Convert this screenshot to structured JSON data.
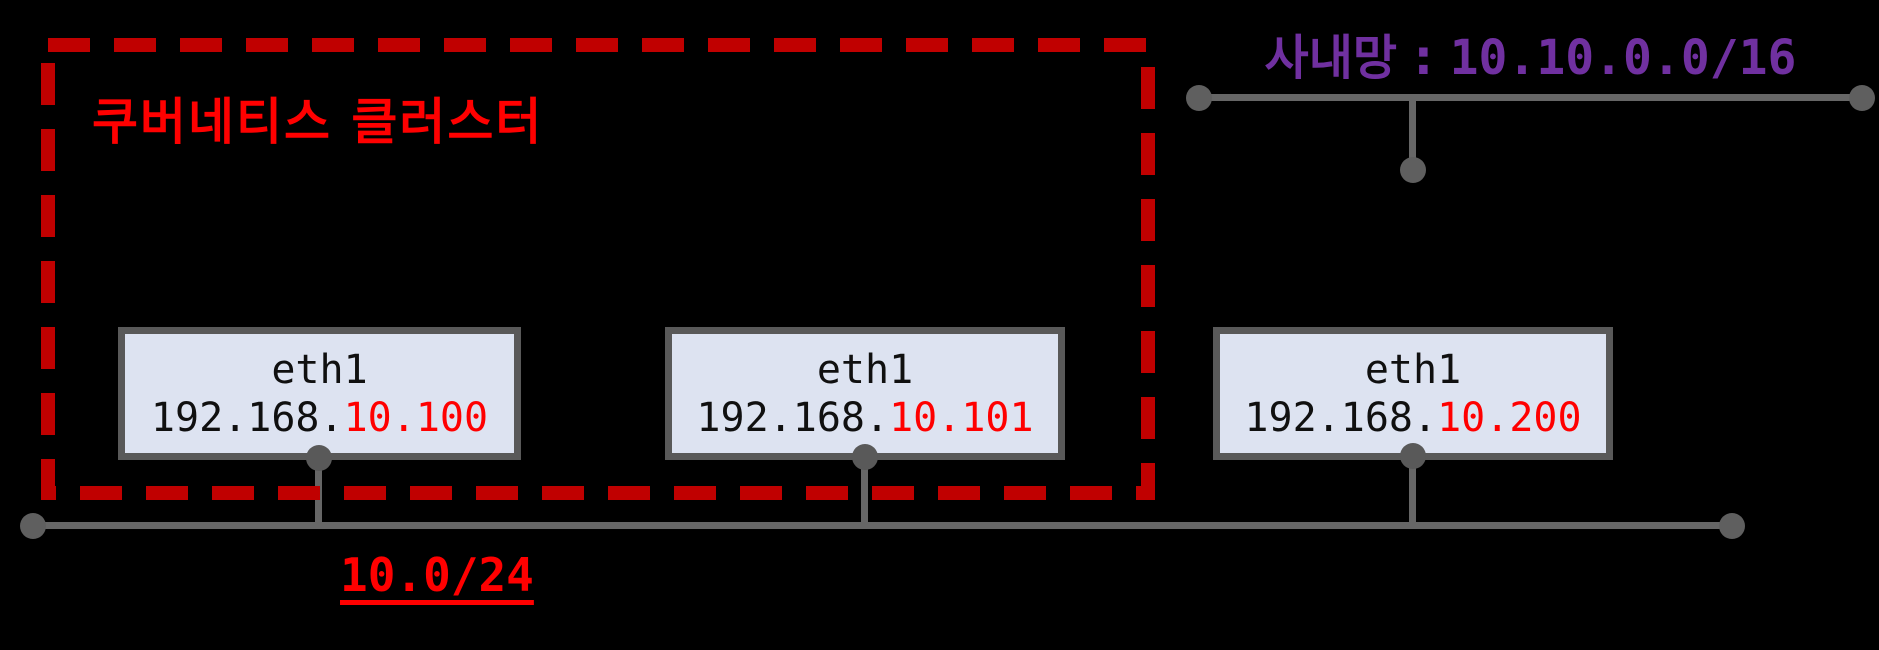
{
  "cluster": {
    "title": "쿠버네티스 클러스터"
  },
  "nodes": [
    {
      "iface": "eth1",
      "ip_prefix": "192.168.",
      "ip_suffix": "10.100"
    },
    {
      "iface": "eth1",
      "ip_prefix": "192.168.",
      "ip_suffix": "10.101"
    },
    {
      "iface": "eth1",
      "ip_prefix": "192.168.",
      "ip_suffix": "10.200"
    }
  ],
  "corp_network": {
    "name": "사내망",
    "separator": " : ",
    "cidr": "10.10.0.0/16"
  },
  "node_network": {
    "label": "10.0/24"
  },
  "colors": {
    "background": "#000000",
    "cluster_border_red": "#c00000",
    "text_red": "#ff0000",
    "corp_purple": "#7030a0",
    "line_gray": "#666666",
    "dot_gray": "#5f5f5f",
    "node_box_fill": "#dde3f1",
    "node_box_border": "#595959",
    "node_text_black": "#101010"
  }
}
